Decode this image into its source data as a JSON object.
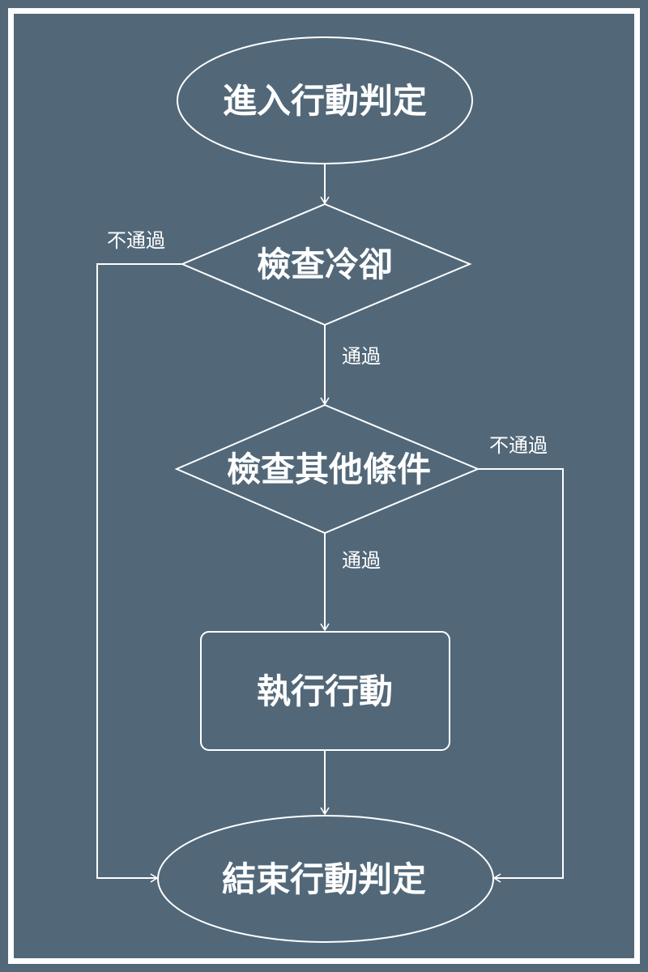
{
  "colors": {
    "background": "#526879",
    "stroke": "#ffffff"
  },
  "nodes": {
    "start": "進入行動判定",
    "check_cooldown": "檢查冷卻",
    "check_other": "檢查其他條件",
    "execute": "執行行動",
    "end": "結束行動判定"
  },
  "edges": {
    "cooldown_fail": "不通過",
    "cooldown_pass": "通過",
    "other_fail": "不通過",
    "other_pass": "通過"
  }
}
